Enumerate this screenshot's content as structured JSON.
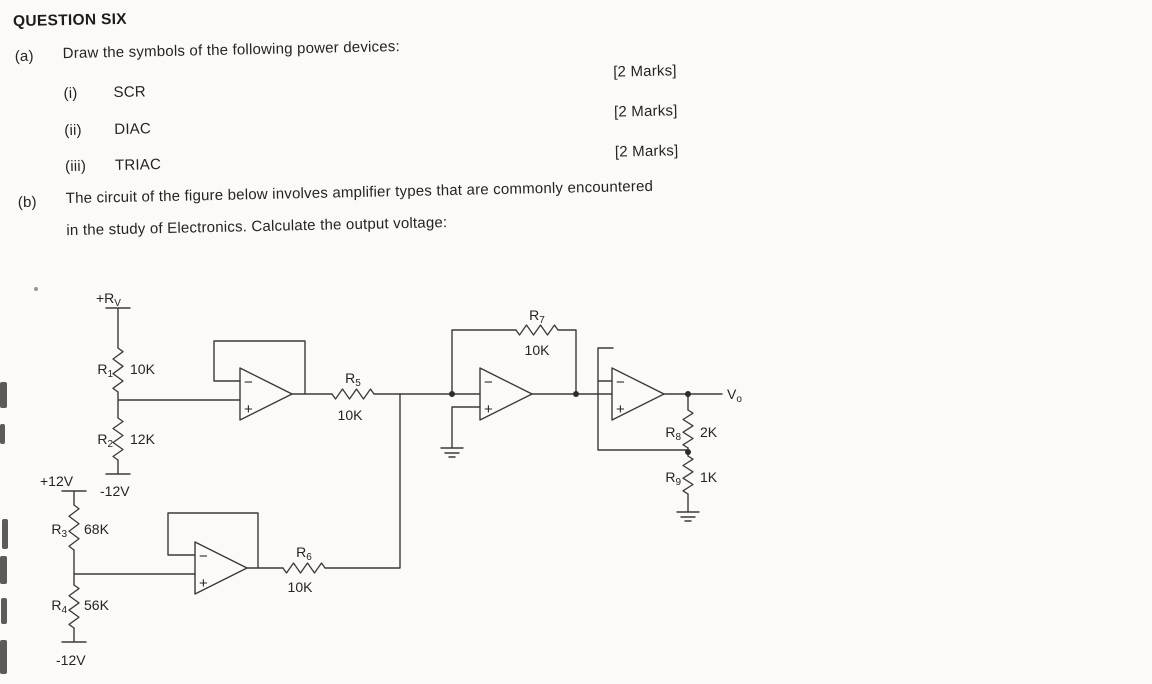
{
  "header": {
    "title": "QUESTION SIX"
  },
  "part_a": {
    "label": "(a)",
    "prompt": "Draw the symbols of the following power devices:",
    "items": [
      {
        "num": "(i)",
        "name": "SCR",
        "marks": "[2 Marks]"
      },
      {
        "num": "(ii)",
        "name": "DIAC",
        "marks": "[2 Marks]"
      },
      {
        "num": "(iii)",
        "name": "TRIAC",
        "marks": "[2 Marks]"
      }
    ]
  },
  "part_b": {
    "label": "(b)",
    "prompt_line1": "The circuit of the figure below involves amplifier types that are commonly encountered",
    "prompt_line2": "in the study of Electronics. Calculate the output voltage:"
  },
  "circuit": {
    "supplies": {
      "top_rail": {
        "name": "+R",
        "sub": "V"
      },
      "pos_rail": "+12V",
      "neg_rail_1": "-12V",
      "neg_rail_2": "-12V"
    },
    "resistors": {
      "r1": {
        "name": "R",
        "sub": "1",
        "value": "10K"
      },
      "r2": {
        "name": "R",
        "sub": "2",
        "value": "12K"
      },
      "r3": {
        "name": "R",
        "sub": "3",
        "value": "68K"
      },
      "r4": {
        "name": "R",
        "sub": "4",
        "value": "56K"
      },
      "r5": {
        "name": "R",
        "sub": "5",
        "value": "10K"
      },
      "r6": {
        "name": "R",
        "sub": "6",
        "value": "10K"
      },
      "r7": {
        "name": "R",
        "sub": "7",
        "value": "10K"
      },
      "r8": {
        "name": "R",
        "sub": "8",
        "value": "2K"
      },
      "r9": {
        "name": "R",
        "sub": "9",
        "value": "1K"
      }
    },
    "opamp_signs": {
      "inverting": "−",
      "noninverting": "+"
    },
    "output": {
      "name": "V",
      "sub": "o"
    }
  }
}
